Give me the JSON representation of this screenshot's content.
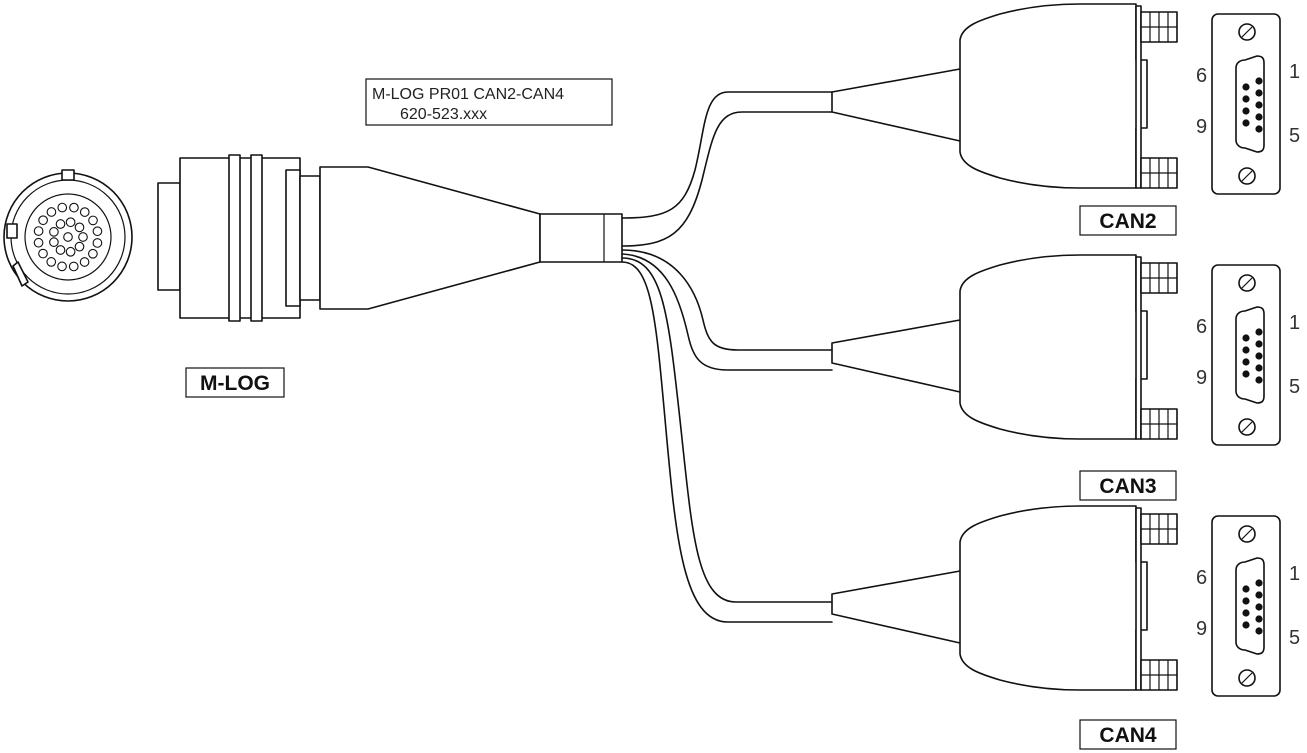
{
  "cable_label": {
    "line1": "M-LOG PR01 CAN2-CAN4",
    "line2": "620-523.xxx"
  },
  "main_connector_label": "M-LOG",
  "branches": [
    {
      "label": "CAN2",
      "pins": {
        "top_left": "6",
        "top_right": "1",
        "bottom_left": "9",
        "bottom_right": "5"
      }
    },
    {
      "label": "CAN3",
      "pins": {
        "top_left": "6",
        "top_right": "1",
        "bottom_left": "9",
        "bottom_right": "5"
      }
    },
    {
      "label": "CAN4",
      "pins": {
        "top_left": "6",
        "top_right": "1",
        "bottom_left": "9",
        "bottom_right": "5"
      }
    }
  ],
  "colors": {
    "line": "#111111",
    "background": "#ffffff"
  }
}
